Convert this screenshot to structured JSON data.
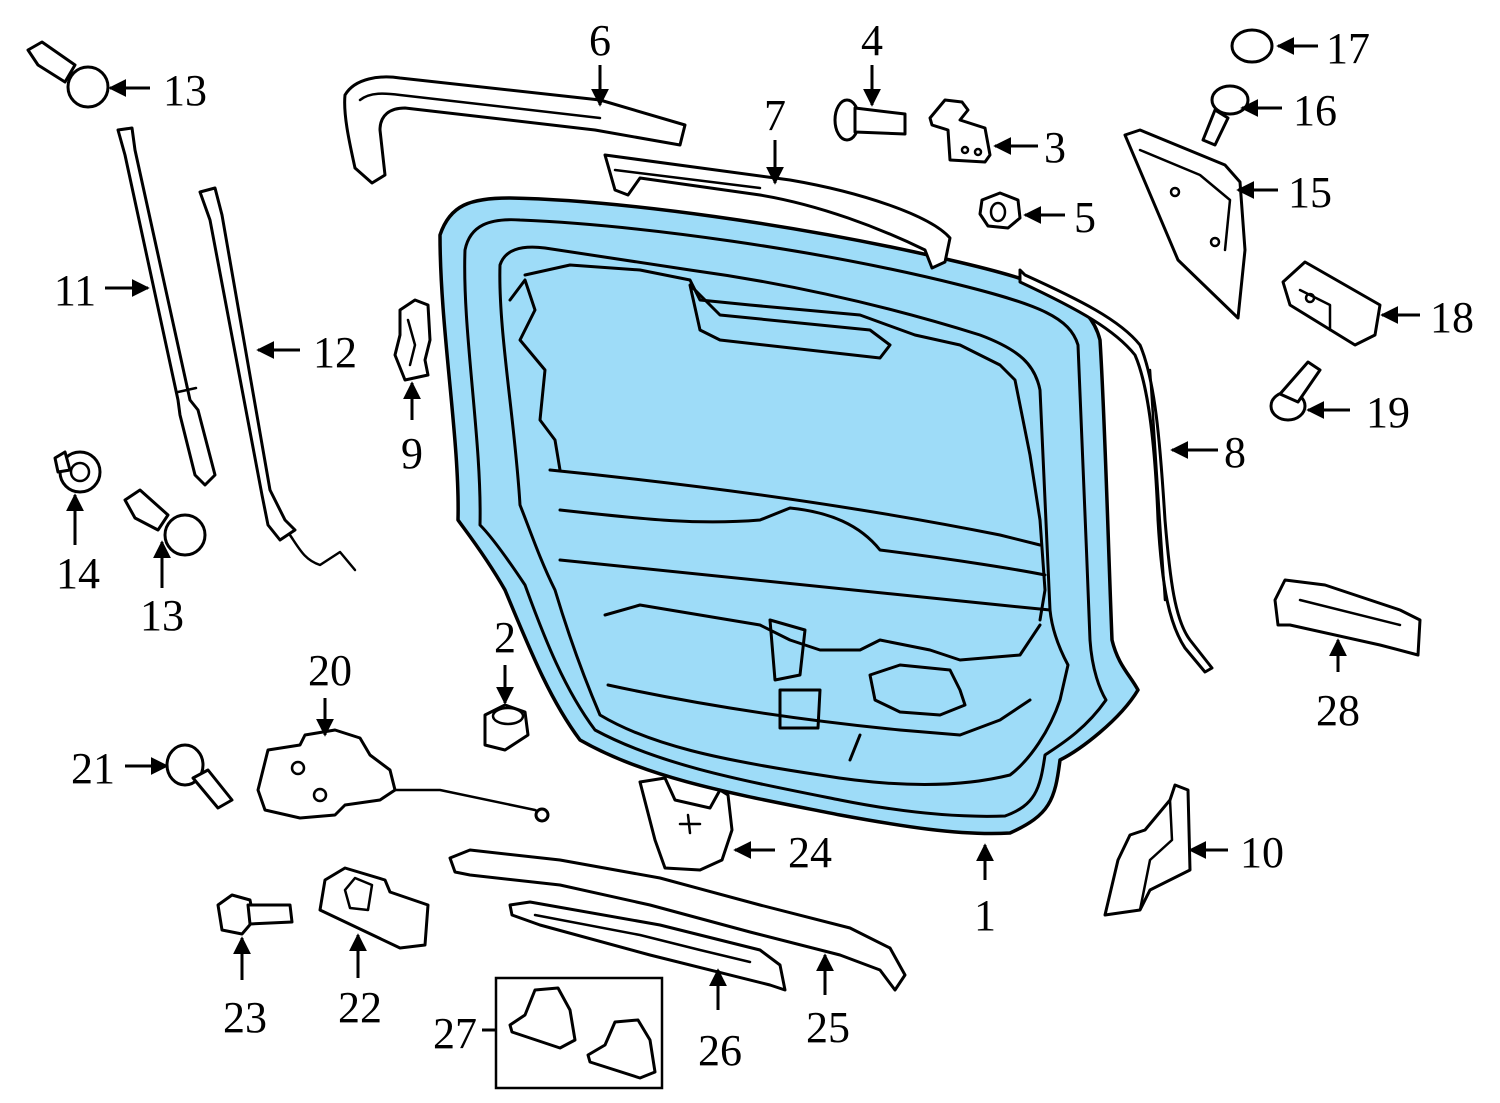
{
  "diagram": {
    "highlight_color": "#9edcf8",
    "line_color": "#000000",
    "callouts": [
      "1",
      "2",
      "3",
      "4",
      "5",
      "6",
      "7",
      "8",
      "9",
      "10",
      "11",
      "12",
      "13",
      "13",
      "14",
      "15",
      "16",
      "17",
      "18",
      "19",
      "20",
      "21",
      "22",
      "23",
      "24",
      "25",
      "26",
      "27",
      "28"
    ]
  }
}
